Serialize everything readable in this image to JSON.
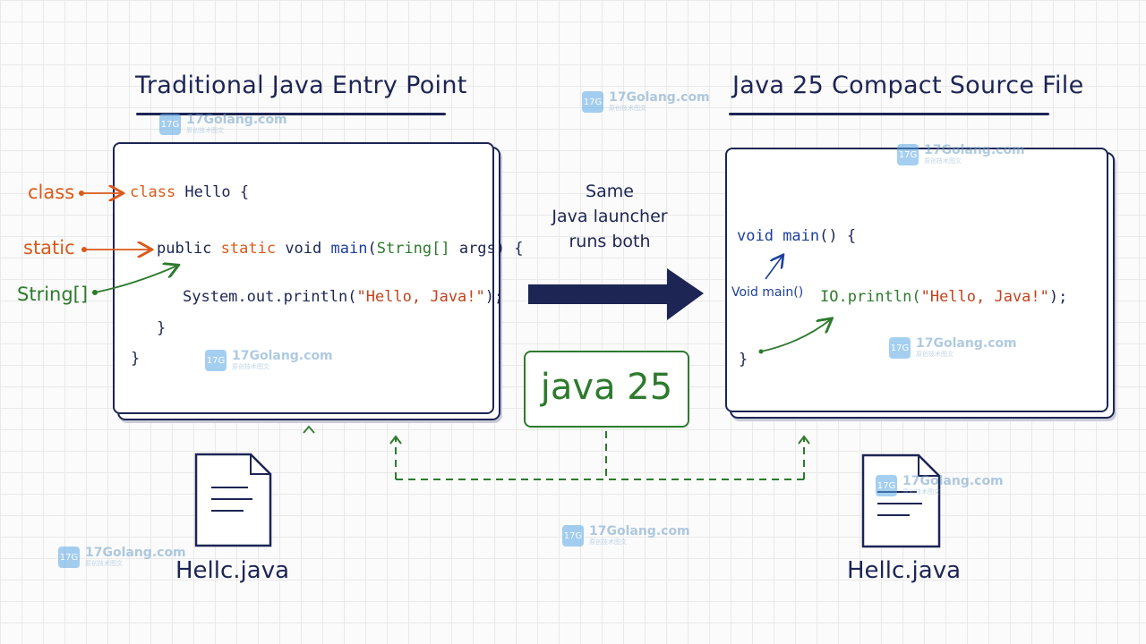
{
  "left": {
    "title": "Traditional Java Entry Point",
    "code": {
      "line1_kw": "class",
      "line1_rest": " Hello {",
      "line2_public": "public ",
      "line2_static": "static",
      "line2_void": " void ",
      "line2_main": "main",
      "line2_paren": "(",
      "line2_type": "String[]",
      "line2_rest": " args) {",
      "line3_call": "System.out.println(",
      "line3_str": "\"Hello, Java!\"",
      "line3_end": ");",
      "line4": "}",
      "line5": "}"
    },
    "labels": {
      "class": "class",
      "static": "static",
      "string_array": "String[]"
    },
    "filename": "Hellc.java"
  },
  "right": {
    "title": "Java 25 Compact Source File",
    "code": {
      "line1_void": "void ",
      "line1_main": "main",
      "line1_rest": "() {",
      "line2_call": "IO.println(",
      "line2_str": "\"Hello, Java!\"",
      "line2_end": ");",
      "line3": "}"
    },
    "labels": {
      "void_main": "Void main()"
    },
    "filename": "Hellc.java"
  },
  "center": {
    "caption_line1": "Same",
    "caption_line2": "Java launcher",
    "caption_line3": "runs both",
    "badge": "java 25"
  },
  "watermark": {
    "text": "17Golang.com",
    "sub": "原创技术图文",
    "logo": "17G"
  },
  "colors": {
    "navy": "#1d2554",
    "orange": "#d95a1a",
    "green": "#2e7a2e",
    "blue": "#1d3f9a"
  }
}
